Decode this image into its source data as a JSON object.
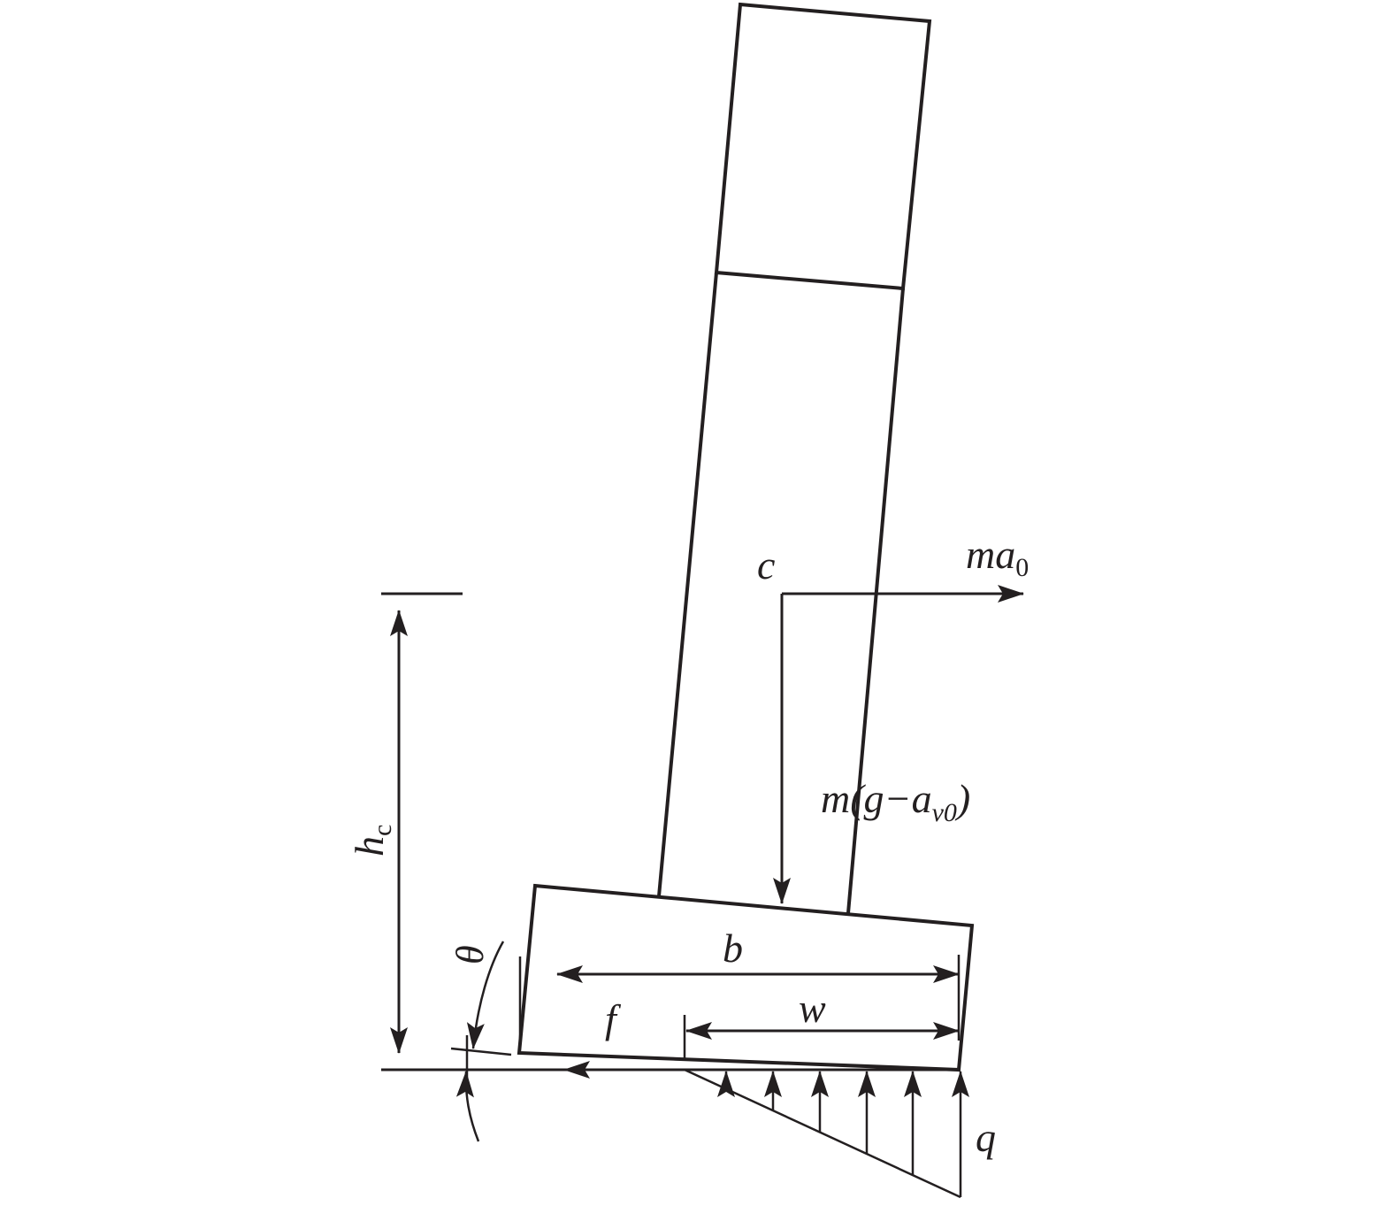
{
  "diagram": {
    "labels": {
      "c": "c",
      "ma0_main": "ma",
      "ma0_sub": "0",
      "mg_pre": "m(g−a",
      "mg_sub": "v0",
      "mg_post": ")",
      "hc_main": "h",
      "hc_sub": "c",
      "theta": "θ",
      "b": "b",
      "w": "w",
      "f": "f",
      "q": "q"
    },
    "colors": {
      "ink": "#231f20",
      "background": "#ffffff"
    }
  }
}
